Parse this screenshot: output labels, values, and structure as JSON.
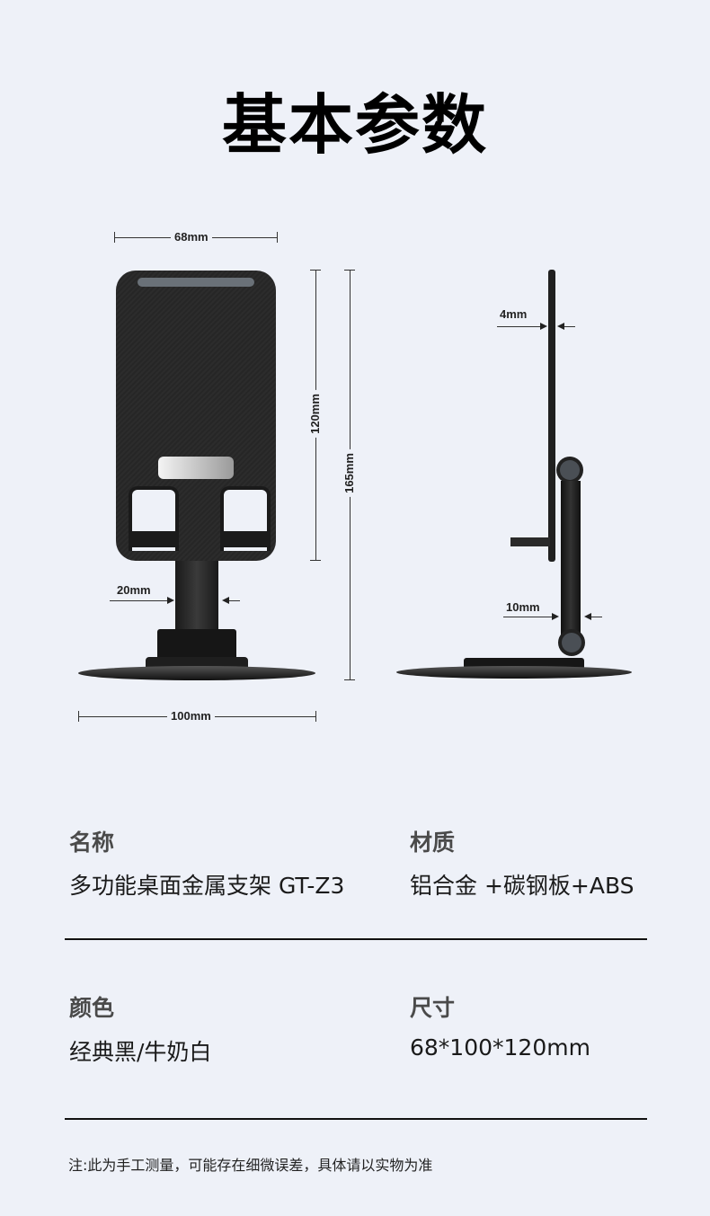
{
  "title": "基本参数",
  "front_view": {
    "width_label": "68mm",
    "panel_height_label": "120mm",
    "total_height_label": "165mm",
    "stem_width_label": "20mm",
    "base_width_label": "100mm"
  },
  "side_view": {
    "panel_thickness_label": "4mm",
    "arm_thickness_label": "10mm"
  },
  "specs": [
    {
      "label": "名称",
      "value": "多功能桌面金属支架 GT-Z3"
    },
    {
      "label": "材质",
      "value": "铝合金 +碳钢板+ABS"
    },
    {
      "label": "颜色",
      "value": "经典黑/牛奶白"
    },
    {
      "label": "尺寸",
      "value": "68*100*120mm"
    }
  ],
  "note": "注:此为手工测量，可能存在细微误差，具体请以实物为准",
  "colors": {
    "background": "#eef1f8",
    "product": "#2a2a2a",
    "text": "#1a1a1a"
  }
}
